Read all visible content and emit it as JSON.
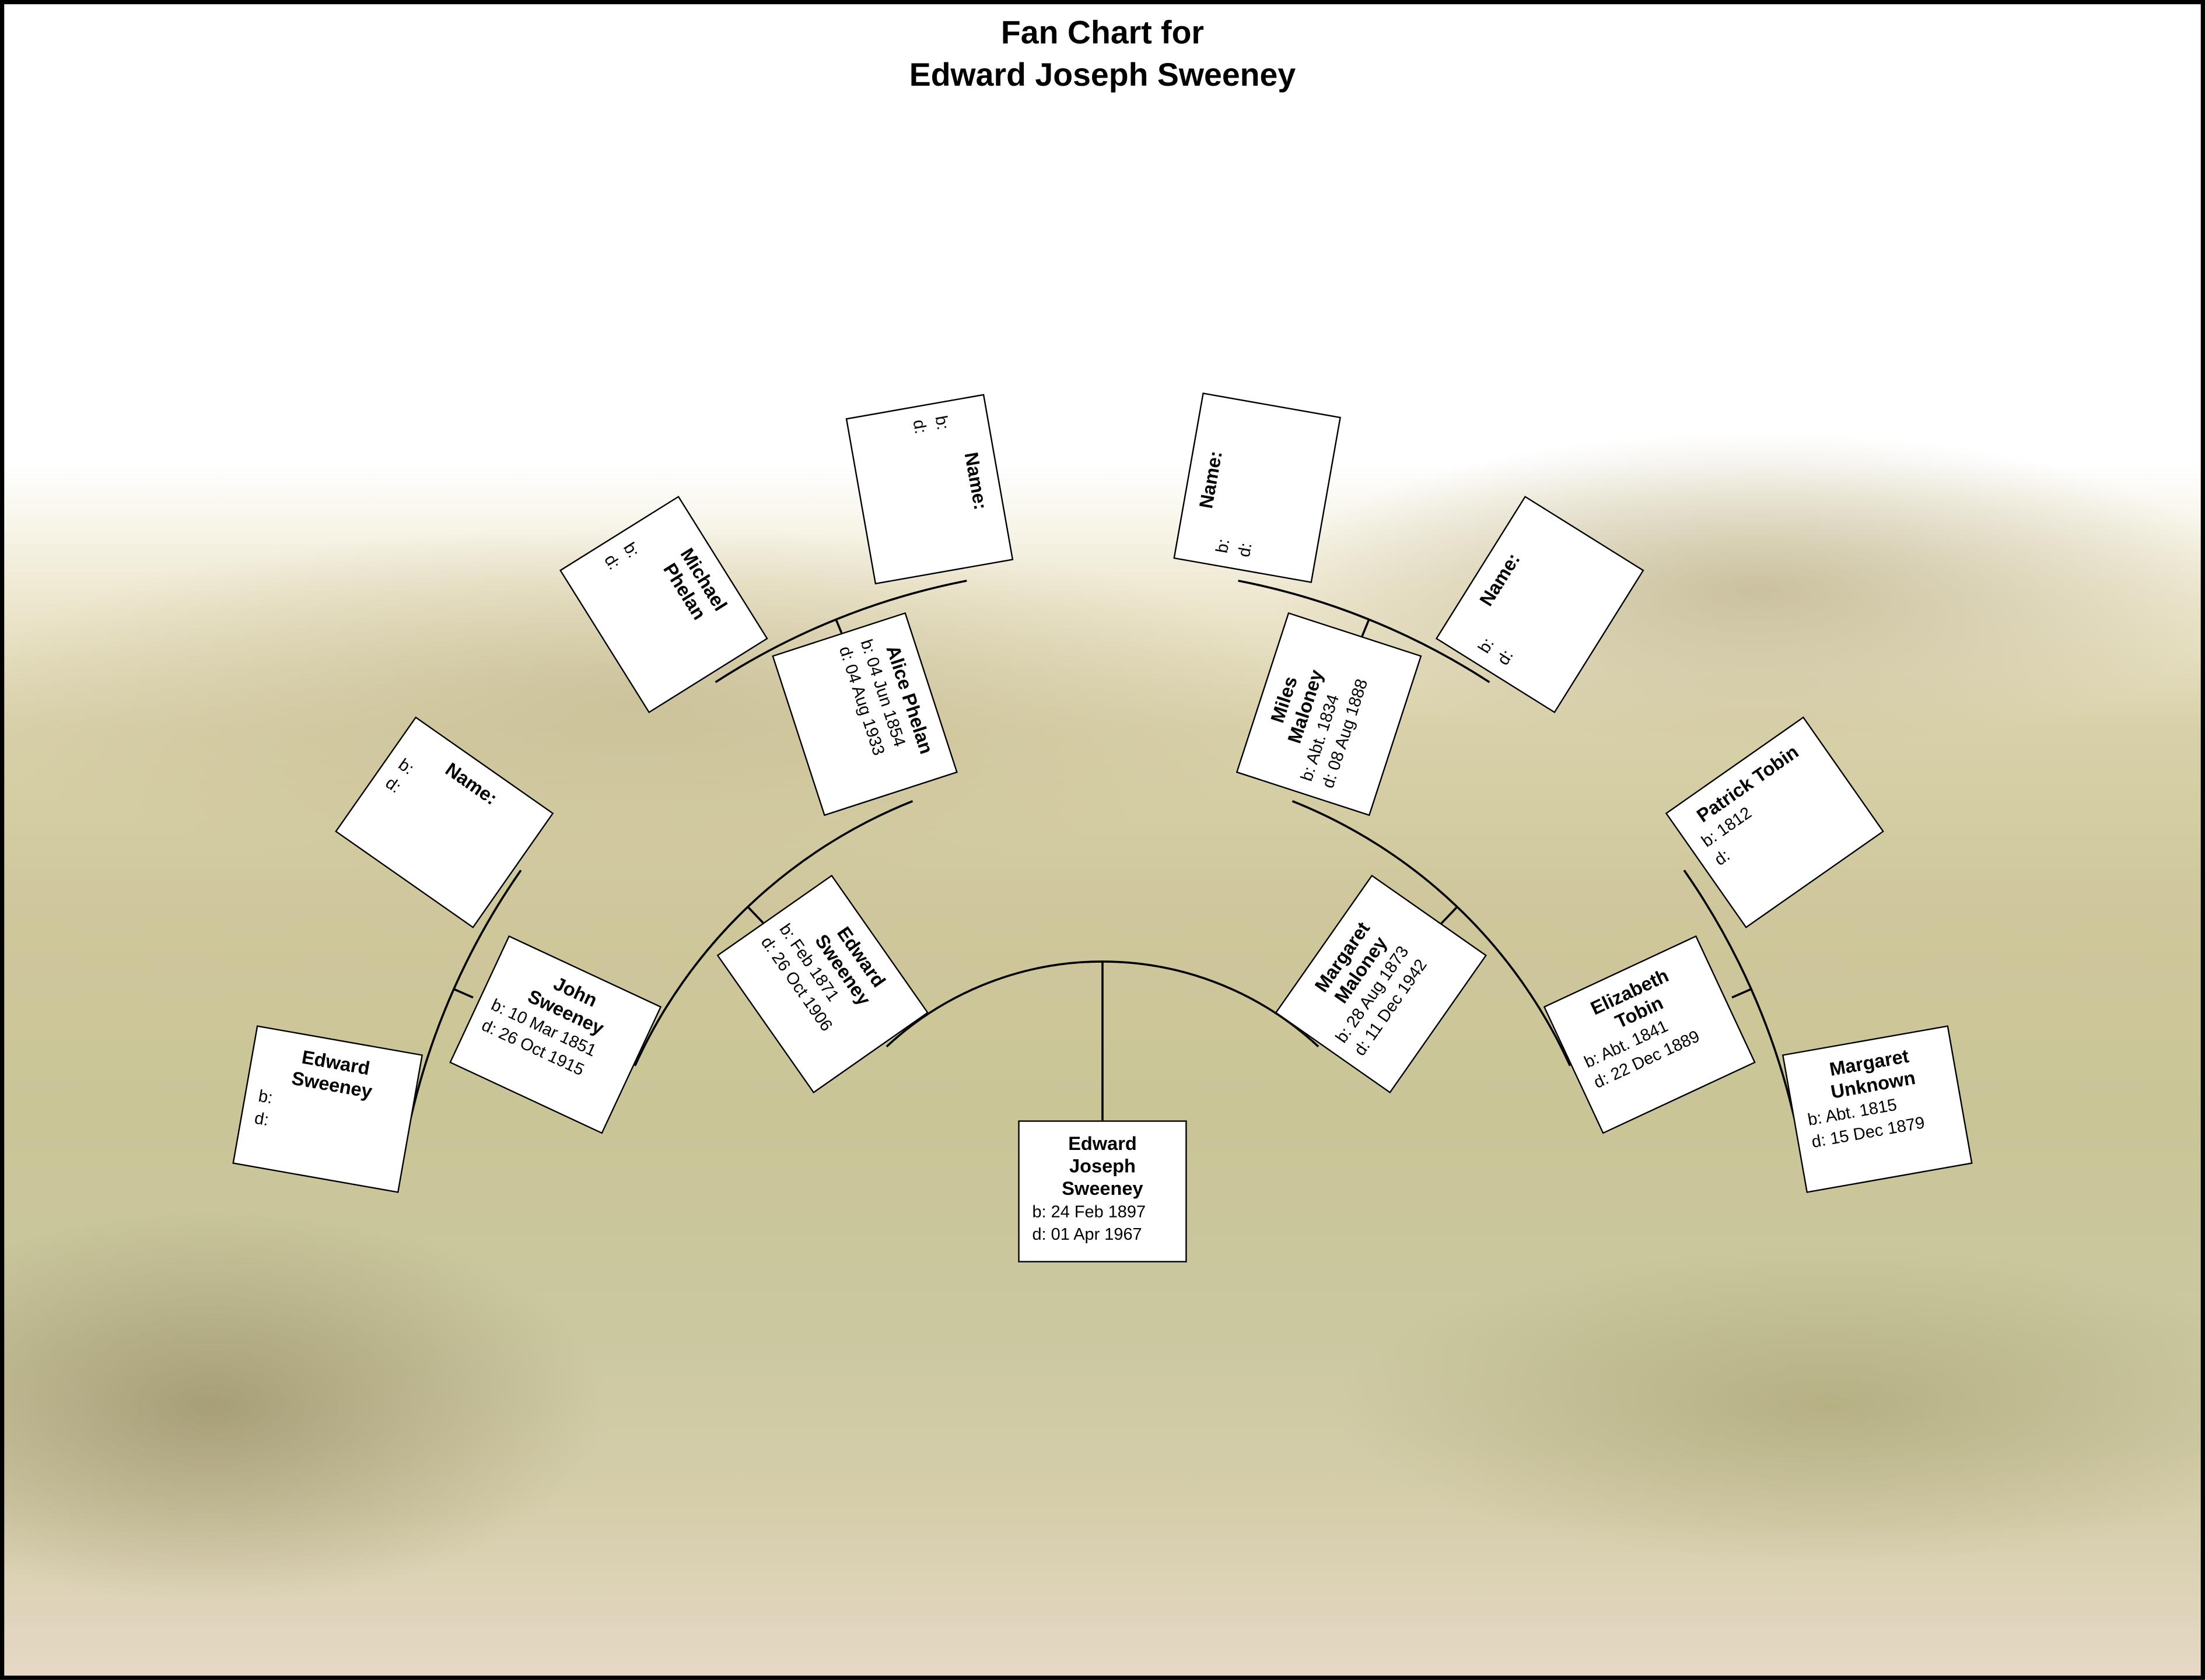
{
  "title": {
    "line1": "Fan Chart for",
    "line2": "Edward Joseph Sweeney"
  },
  "people": {
    "root": {
      "name": "Edward\nJoseph\nSweeney",
      "birth": "b: 24 Feb 1897",
      "death": "d: 01 Apr 1967"
    },
    "father": {
      "name": "Edward\nSweeney",
      "birth": "b: Feb 1871",
      "death": "d: 26 Oct 1906"
    },
    "mother": {
      "name": "Margaret\nMaloney",
      "birth": "b: 28 Aug 1873",
      "death": "d: 11 Dec 1942"
    },
    "pat_grandfather": {
      "name": "John\nSweeney",
      "birth": "b: 10 Mar 1851",
      "death": "d: 26 Oct 1915"
    },
    "pat_grandmother": {
      "name": "Alice Phelan",
      "birth": "b: 04 Jun 1854",
      "death": "d: 04 Aug 1933"
    },
    "mat_grandfather": {
      "name": "Miles\nMaloney",
      "birth": "b: Abt. 1834",
      "death": "d: 08 Aug 1888"
    },
    "mat_grandmother": {
      "name": "Elizabeth\nTobin",
      "birth": "b: Abt. 1841",
      "death": "d: 22 Dec 1889"
    },
    "gg1": {
      "name": "Edward\nSweeney",
      "birth": "b:",
      "death": "d:"
    },
    "gg2": {
      "name": "Name:",
      "birth": "b:",
      "death": "d:"
    },
    "gg3": {
      "name": "Michael\nPhelan",
      "birth": "b:",
      "death": "d:"
    },
    "gg4": {
      "name": "Name:",
      "birth": "b:",
      "death": "d:"
    },
    "gg5": {
      "name": "Name:",
      "birth": "b:",
      "death": "d:"
    },
    "gg6": {
      "name": "Name:",
      "birth": "b:",
      "death": "d:"
    },
    "gg7": {
      "name": "Patrick Tobin",
      "birth": "b: 1812",
      "death": "d:"
    },
    "gg8": {
      "name": "Margaret\nUnknown",
      "birth": "b: Abt. 1815",
      "death": "d: 15 Dec 1879"
    }
  }
}
